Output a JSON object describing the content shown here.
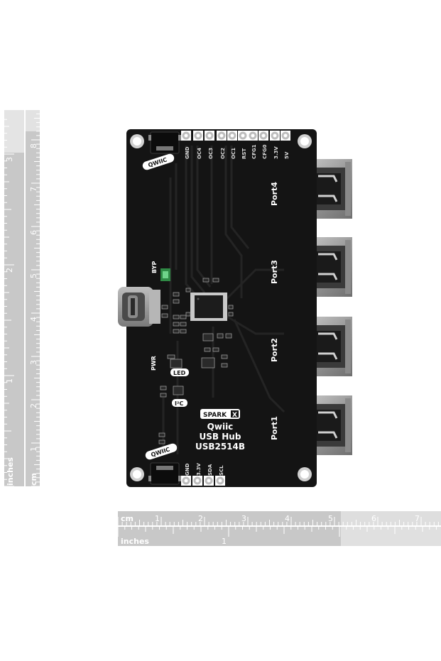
{
  "board": {
    "brand": "SPARK",
    "brand_mark": "X",
    "title_line1": "Qwiic",
    "title_line2": "USB Hub",
    "title_line3": "USB2514B",
    "qwiic_top": "QWIIC",
    "qwiic_bottom": "QWIIC",
    "top_pins": [
      "GND",
      "OC4",
      "OC3",
      "OC2",
      "OC1",
      "RST",
      "CFG1",
      "CFG0",
      "3.3V",
      "5V"
    ],
    "bottom_pins": [
      "GND",
      "3.3V",
      "SDA",
      "SCL"
    ],
    "ports": [
      "Port4",
      "Port3",
      "Port2",
      "Port1"
    ],
    "labels": {
      "byp": "BYP",
      "pwr": "PWR",
      "led": "LED",
      "i2c": "I²C"
    }
  },
  "ruler_vertical": {
    "unit_inches": "inches",
    "unit_cm": "cm",
    "inch_marks": [
      "1",
      "2",
      "3"
    ],
    "cm_marks": [
      "1",
      "2",
      "3",
      "4",
      "5",
      "6",
      "7",
      "8"
    ]
  },
  "ruler_horizontal": {
    "unit_cm": "cm",
    "unit_inches": "inches",
    "cm_marks": [
      "1",
      "2",
      "3",
      "4",
      "5",
      "6",
      "7"
    ],
    "inch_marks": [
      "1"
    ]
  },
  "colors": {
    "pcb": "#141414",
    "silkscreen": "#ffffff",
    "ruler": "#c4c4c4",
    "metal": "#9a9a9a"
  }
}
